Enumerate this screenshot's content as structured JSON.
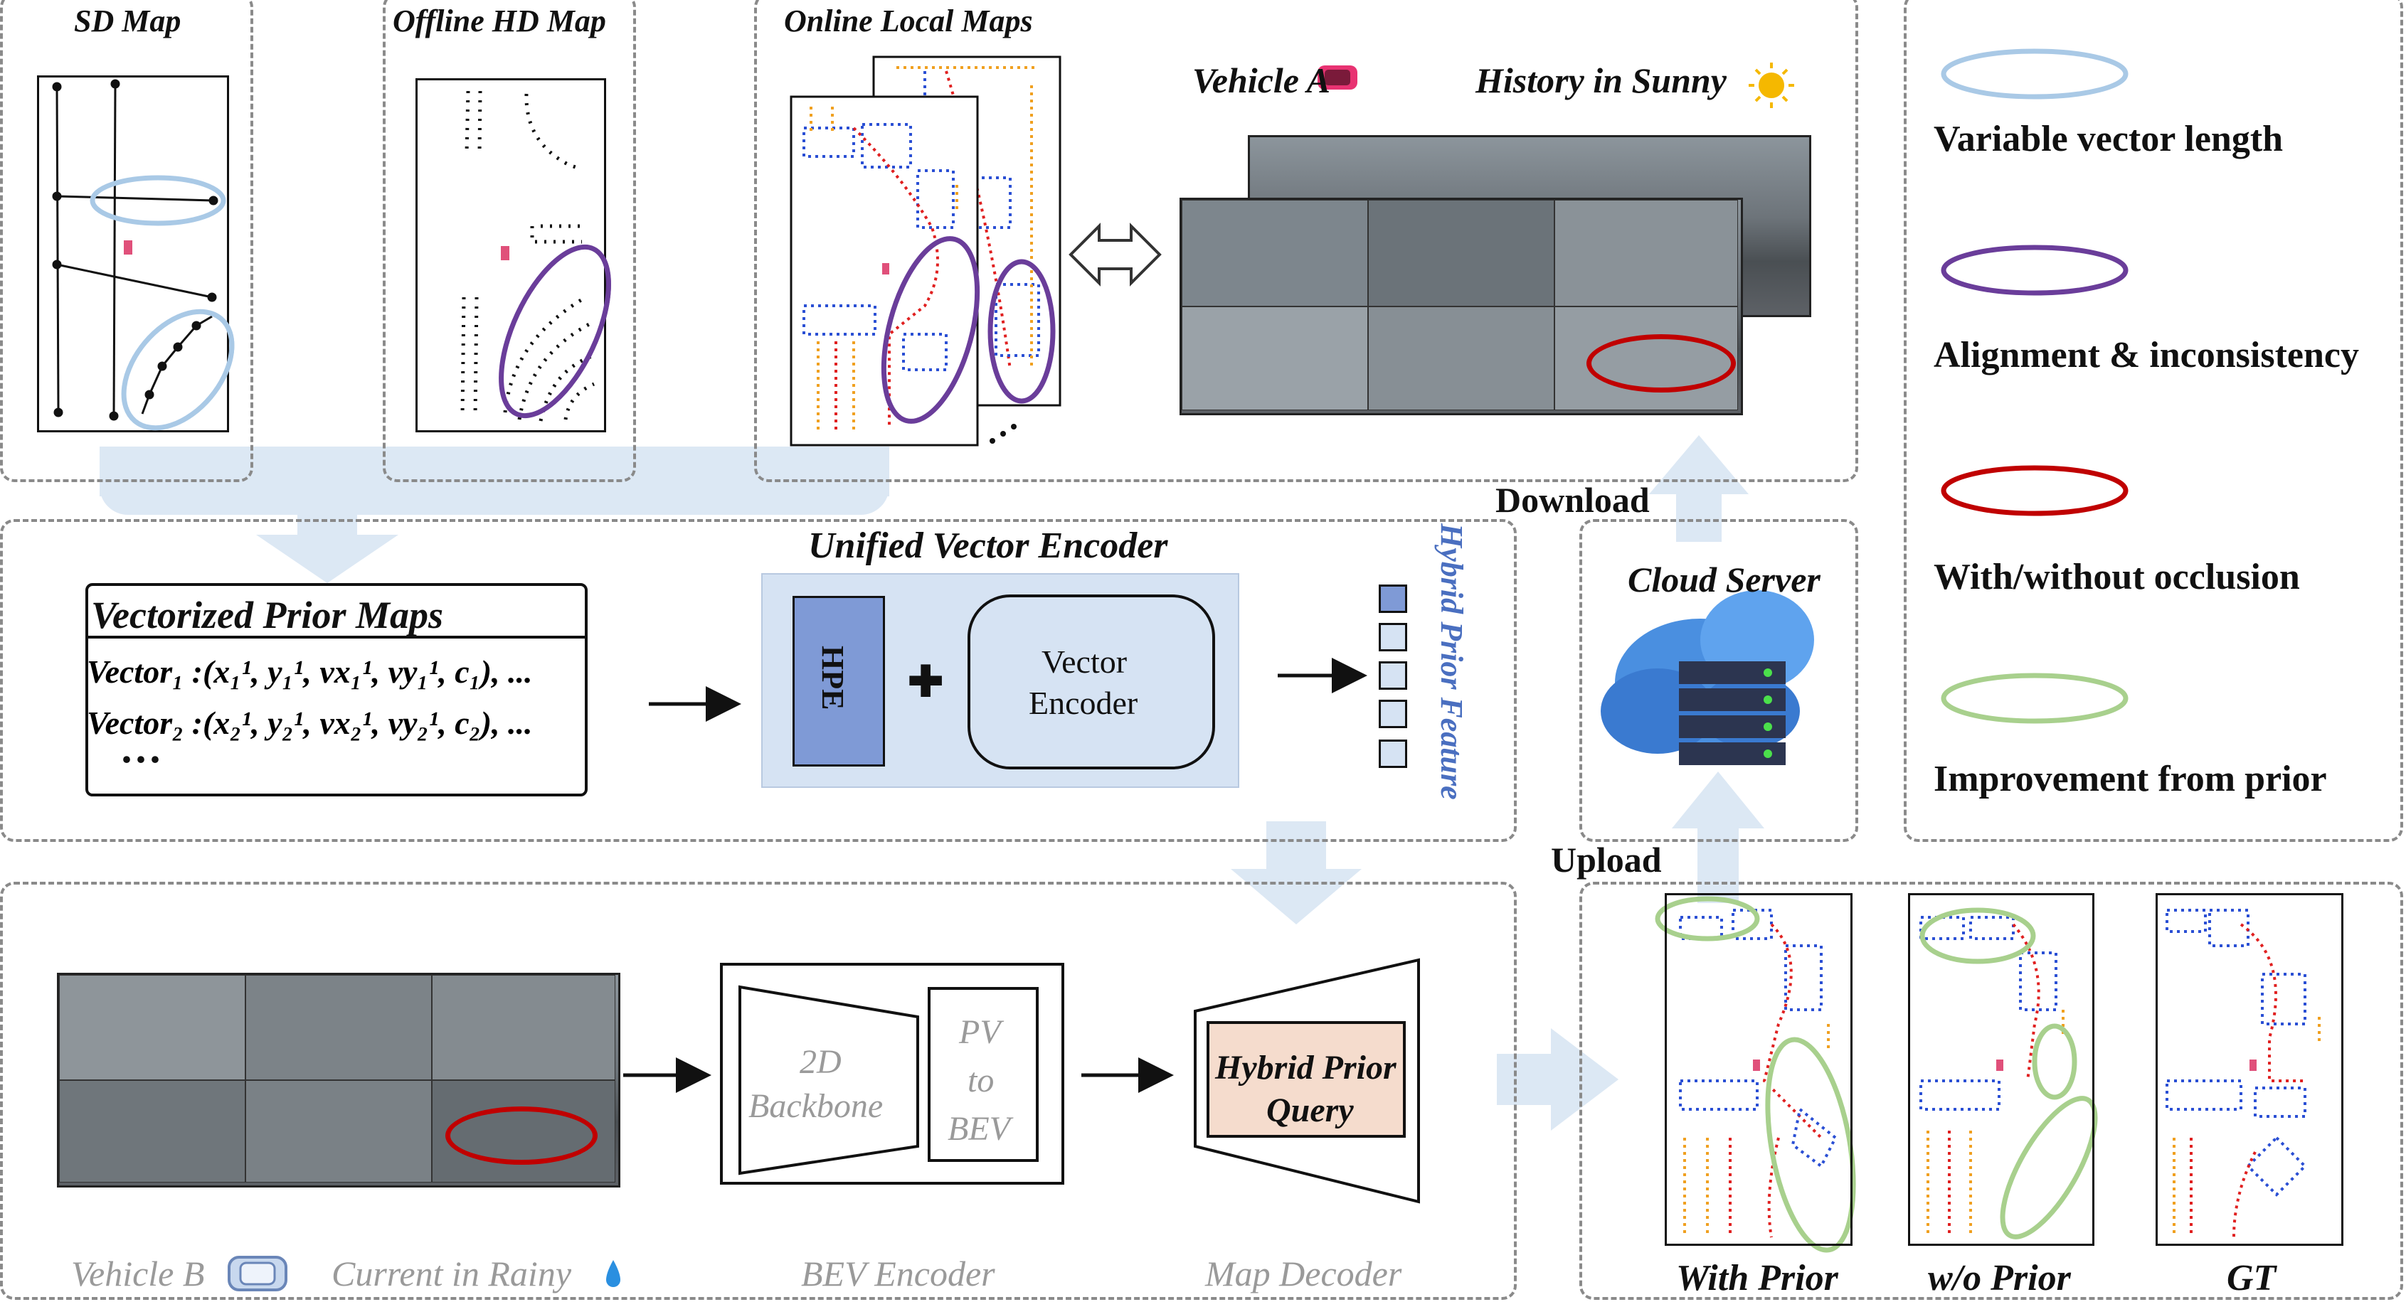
{
  "panels": {
    "sd_map": "SD Map",
    "offline_hd_map": "Offline HD Map",
    "online_local_maps": "Online Local Maps",
    "vehicle_a": "Vehicle A",
    "history_sunny": "History in Sunny"
  },
  "legend": [
    {
      "label": "Variable vector length",
      "color": "#a9c9e6"
    },
    {
      "label": "Alignment & inconsistency",
      "color": "#6a3d9a"
    },
    {
      "label": "With/without occlusion",
      "color": "#c00000"
    },
    {
      "label": "Improvement from prior",
      "color": "#a8d08d"
    }
  ],
  "encoder": {
    "prior_maps_title": "Vectorized Prior Maps",
    "vector1": "Vector₁ :(x₁¹, y₁¹, vx₁¹, vy₁¹, c₁), ...",
    "vector2": "Vector₂ :(x₂¹, y₂¹, vx₂¹, vy₂¹, c₂), ...",
    "ellipsis": "···",
    "unified_title": "Unified Vector Encoder",
    "hpe": "HPE",
    "plus": "✚",
    "vector_encoder_line1": "Vector",
    "vector_encoder_line2": "Encoder",
    "hybrid_prior_feature": "Hybrid Prior Feature"
  },
  "cloud": {
    "title": "Cloud Server",
    "download": "Download",
    "upload": "Upload"
  },
  "bottom": {
    "backbone_line1": "2D",
    "backbone_line2": "Backbone",
    "pv_line1": "PV",
    "pv_line2": "to",
    "pv_line3": "BEV",
    "query_line1": "Hybrid Prior",
    "query_line2": "Query",
    "vehicle_b": "Vehicle B",
    "current_rainy": "Current in Rainy",
    "bev_encoder": "BEV Encoder",
    "map_decoder": "Map Decoder"
  },
  "results": {
    "with_prior": "With Prior",
    "without_prior": "w/o Prior",
    "gt": "GT"
  },
  "colors": {
    "arrow_fill": "#dce8f4",
    "hpe_fill": "#7f9ad6",
    "encoder_bg": "#d6e3f3",
    "query_fill": "#f5dccd",
    "divider_blue": "#2a4fd4",
    "lane_red": "#e02020",
    "lane_orange": "#f0a020"
  }
}
